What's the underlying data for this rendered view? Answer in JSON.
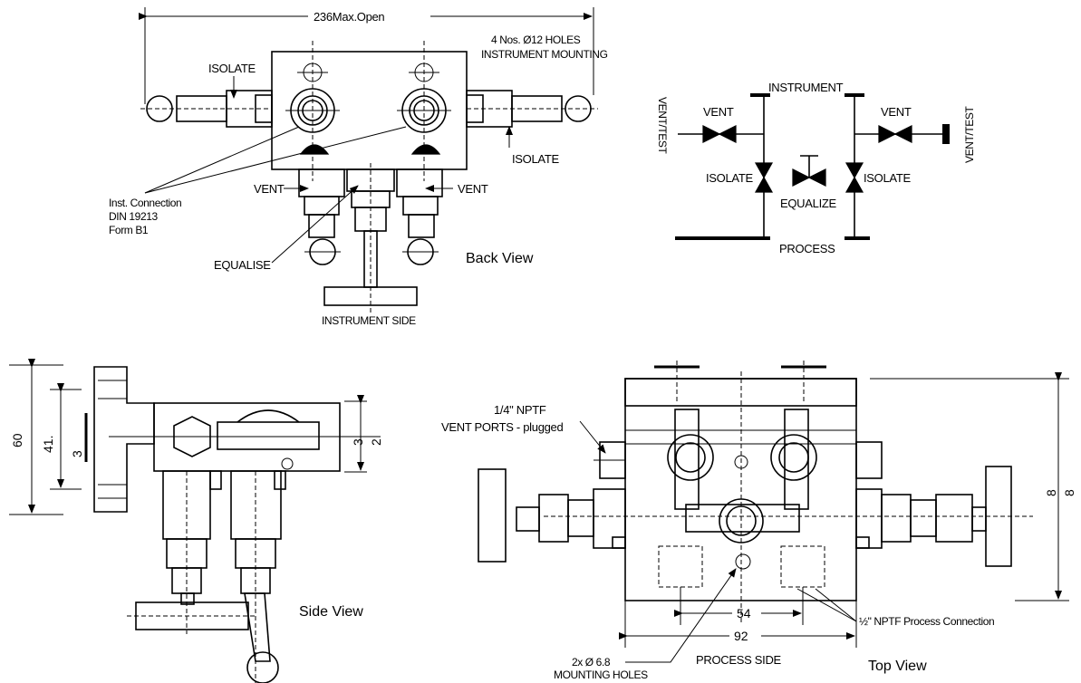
{
  "back_view": {
    "title": "Back View",
    "dim_max_open": "236Max.Open",
    "holes_line1": "4 Nos. Ø12 HOLES",
    "holes_line2": "INSTRUMENT MOUNTING",
    "isolate_left": "ISOLATE",
    "isolate_right": "ISOLATE",
    "vent_left": "VENT",
    "vent_right": "VENT",
    "inst_conn_line1": "Inst. Connection",
    "inst_conn_line2": "DIN 19213",
    "inst_conn_line3": "Form B1",
    "equalise": "EQUALISE",
    "instrument_side": "INSTRUMENT SIDE"
  },
  "schematic": {
    "instrument": "INSTRUMENT",
    "process": "PROCESS",
    "vent_left": "VENT",
    "vent_right": "VENT",
    "vent_test_left": "VENT/TEST",
    "vent_test_right": "VENT/TEST",
    "isolate_left": "ISOLATE",
    "isolate_right": "ISOLATE",
    "equalize": "EQUALIZE"
  },
  "side_view": {
    "title": "Side View",
    "dim_60": "60",
    "dim_41": "41.",
    "dim_3_left": "3",
    "dim_3_right": "3",
    "dim_2": "2"
  },
  "top_view": {
    "title": "Top View",
    "vent_ports_line1": "1/4\" NPTF",
    "vent_ports_line2": "VENT PORTS - plugged",
    "dim_54": "54",
    "dim_92": "92",
    "process_conn": "½\" NPTF Process Connection",
    "process_side": "PROCESS SIDE",
    "mounting_line1": "2x Ø 6.8",
    "mounting_line2": "MOUNTING HOLES",
    "dim_8_a": "8",
    "dim_8_b": "8"
  },
  "colors": {
    "ink": "#000000",
    "paper": "#ffffff"
  }
}
